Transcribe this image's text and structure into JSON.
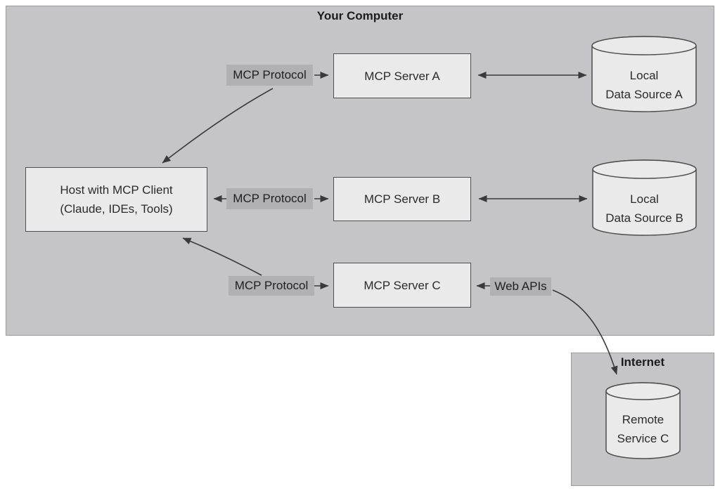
{
  "groups": {
    "computer": {
      "title": "Your Computer"
    },
    "internet": {
      "title": "Internet"
    }
  },
  "nodes": {
    "host": {
      "line1": "Host with MCP Client",
      "line2": "(Claude, IDEs, Tools)"
    },
    "server_a": {
      "label": "MCP Server A"
    },
    "server_b": {
      "label": "MCP Server B"
    },
    "server_c": {
      "label": "MCP Server C"
    },
    "data_source_a": {
      "line1": "Local",
      "line2": "Data Source A"
    },
    "data_source_b": {
      "line1": "Local",
      "line2": "Data Source B"
    },
    "remote_service_c": {
      "line1": "Remote",
      "line2": "Service C"
    }
  },
  "edge_labels": {
    "protocol_a": "MCP Protocol",
    "protocol_b": "MCP Protocol",
    "protocol_c": "MCP Protocol",
    "web_apis": "Web APIs"
  },
  "colors": {
    "page_bg": "#ffffff",
    "group_fill": "#c5c5c7",
    "group_border": "#9b9b9b",
    "node_fill": "#eaeaeb",
    "node_border": "#4d4d4d",
    "edge_label_fill": "#b1b1b3",
    "line": "#3a3a3a",
    "text": "#2b2b2b"
  }
}
